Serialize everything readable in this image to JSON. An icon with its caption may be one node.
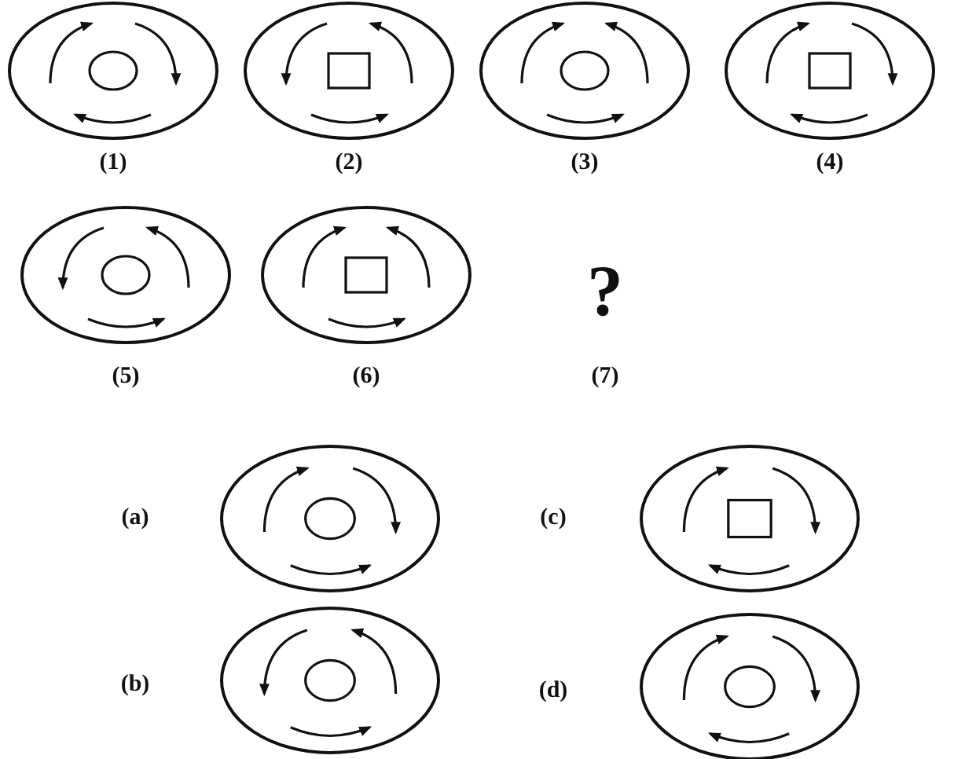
{
  "diagram": {
    "labels": [
      "(1)",
      "(2)",
      "(3)",
      "(4)",
      "(5)",
      "(6)",
      "?",
      "(7)",
      "(a)",
      "(c)",
      "(b)",
      "(d)"
    ]
  }
}
